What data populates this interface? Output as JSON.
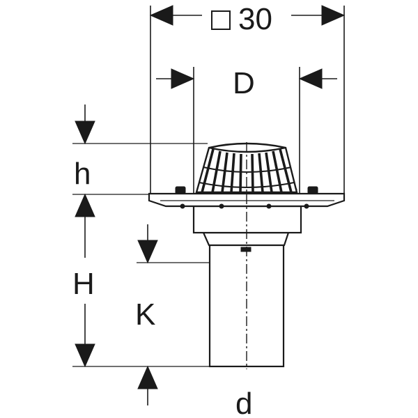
{
  "labels": {
    "width_square": "30",
    "D": "D",
    "h": "h",
    "H": "H",
    "K": "K",
    "d": "d"
  },
  "colors": {
    "line": "#1a1a1a",
    "background": "#ffffff"
  }
}
